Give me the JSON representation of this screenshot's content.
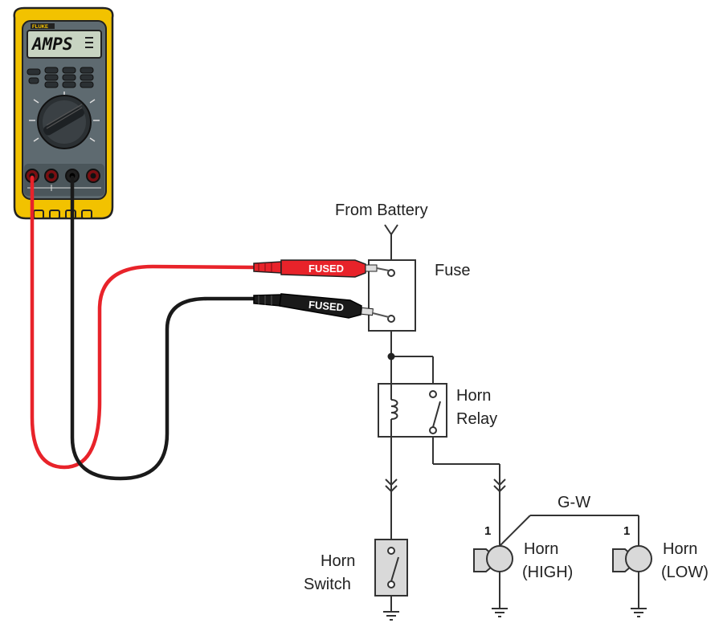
{
  "meter": {
    "display": "AMPS",
    "brand": "FLUKE"
  },
  "probes": {
    "red_label": "FUSED",
    "black_label": "FUSED"
  },
  "labels": {
    "from_battery": "From Battery",
    "fuse": "Fuse",
    "horn_relay_line1": "Horn",
    "horn_relay_line2": "Relay",
    "horn_switch_line1": "Horn",
    "horn_switch_line2": "Switch",
    "horn_high_line1": "Horn",
    "horn_high_line2": "(HIGH)",
    "horn_low_line1": "Horn",
    "horn_low_line2": "(LOW)",
    "wire_color": "G-W",
    "pin_high": "1",
    "pin_low": "1"
  },
  "colors": {
    "meter_body": "#f2c200",
    "meter_face": "#5e6a70",
    "red_lead": "#e8232a",
    "black_lead": "#1a1a1a",
    "component_fill": "#d9d9d9",
    "wire": "#333333"
  }
}
